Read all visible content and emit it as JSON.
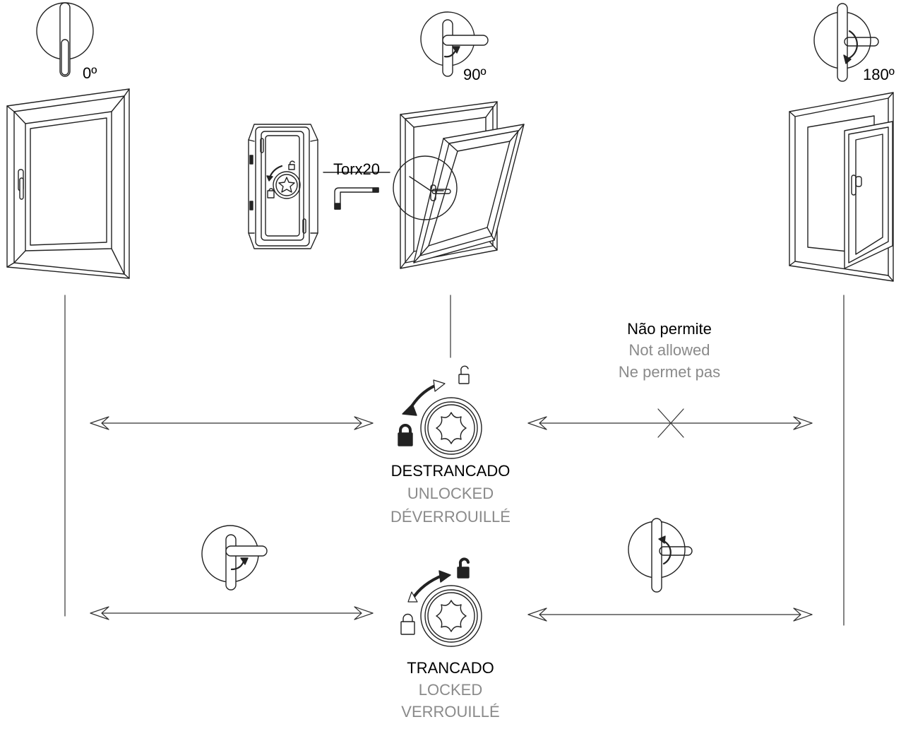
{
  "angles": {
    "a0": "0º",
    "a90": "90º",
    "a180": "180º"
  },
  "tool": "Torx20",
  "not_allowed": {
    "pt": "Não permite",
    "en": "Not allowed",
    "fr": "Ne permet pas"
  },
  "unlocked": {
    "pt": "DESTRANCADO",
    "en": "UNLOCKED",
    "fr": "DÉVERROUILLÉ"
  },
  "locked": {
    "pt": "TRANCADO",
    "en": "LOCKED",
    "fr": "VERROUILLÉ"
  },
  "colors": {
    "ink": "#000000",
    "grey_text": "#8a8a8a",
    "line": "#222222"
  }
}
